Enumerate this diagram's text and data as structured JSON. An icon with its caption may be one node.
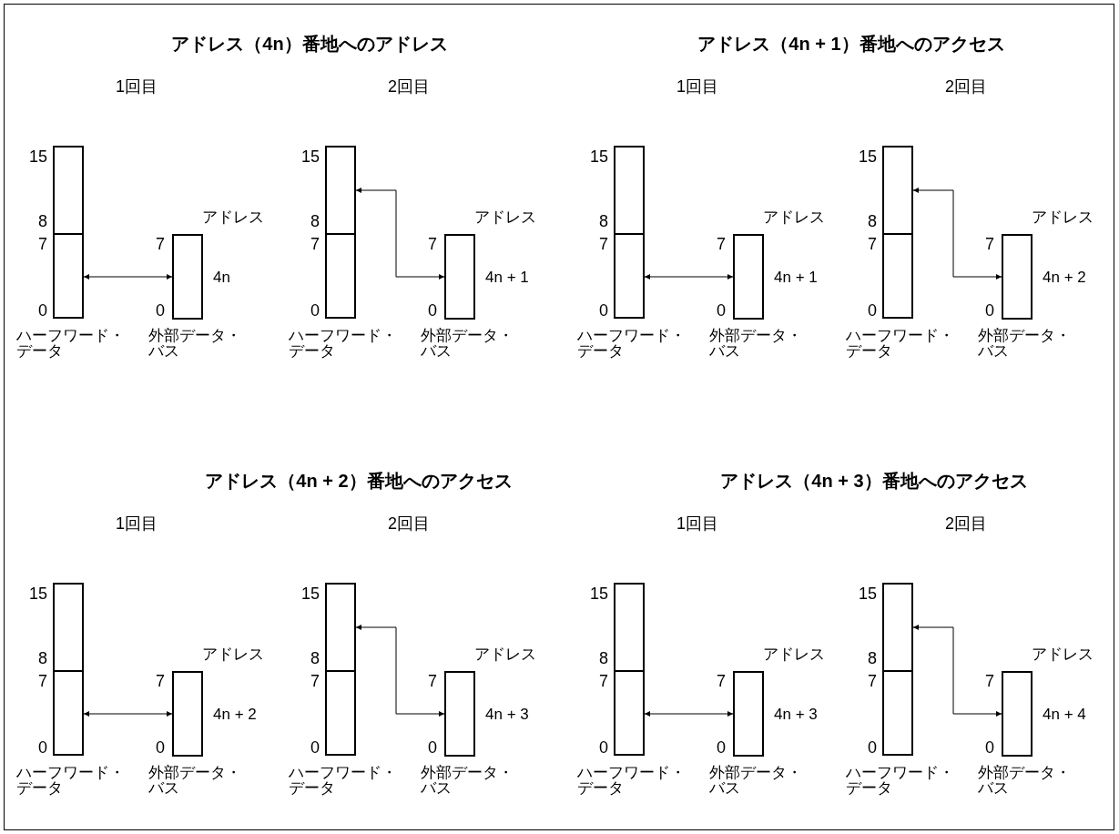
{
  "diagram": {
    "nodes": [
      {
        "text": [
          "ハーフワード・データ"
        ]
      },
      {
        "text": [],
        "shape": "box",
        "in": 0
      },
      {
        "text": [],
        "shape": "box",
        "in": 0
      },
      {
        "text": [
          "外部データ・バス"
        ],
        "beside": [
          "アドレス",
          "4n"
        ]
      },
      {
        "text": [
          "ハーフワード・データ"
        ]
      },
      {
        "text": [],
        "shape": "box",
        "in": 4
      },
      {
        "text": [],
        "shape": "box",
        "in": 4
      },
      {
        "text": [
          "外部データ・バス"
        ],
        "beside": [
          "アドレス",
          "4n + 1"
        ]
      },
      {
        "text": [
          "ハーフワード・データ"
        ]
      },
      {
        "text": [],
        "shape": "box",
        "in": 8
      },
      {
        "text": [],
        "shape": "box",
        "in": 8
      },
      {
        "text": [
          "外部データ・バス"
        ],
        "beside": [
          "アドレス",
          "4n + 1"
        ]
      },
      {
        "text": [
          "ハーフワード・データ"
        ]
      },
      {
        "text": [],
        "shape": "box",
        "in": 12
      },
      {
        "text": [],
        "shape": "box",
        "in": 12
      },
      {
        "text": [
          "外部データ・バス"
        ],
        "beside": [
          "アドレス",
          "4n + 2"
        ]
      },
      {
        "text": [
          "ハーフワード・データ"
        ]
      },
      {
        "text": [],
        "shape": "box",
        "in": 16
      },
      {
        "text": [],
        "shape": "box",
        "in": 16
      },
      {
        "text": [
          "外部データ・バス"
        ],
        "beside": [
          "アドレス",
          "4n + 2"
        ]
      },
      {
        "text": [
          "ハーフワード・データ"
        ]
      },
      {
        "text": [],
        "shape": "box",
        "in": 20
      },
      {
        "text": [],
        "shape": "box",
        "in": 20
      },
      {
        "text": [
          "外部データ・バス"
        ],
        "beside": [
          "アドレス",
          "4n + 3"
        ]
      },
      {
        "text": [
          "ハーフワード・データ"
        ]
      },
      {
        "text": [],
        "shape": "box",
        "in": 24
      },
      {
        "text": [],
        "shape": "box",
        "in": 24
      },
      {
        "text": [
          "外部データ・バス"
        ],
        "beside": [
          "アドレス",
          "4n + 3"
        ]
      },
      {
        "text": [
          "ハーフワード・データ"
        ]
      },
      {
        "text": [],
        "shape": "box",
        "in": 28
      },
      {
        "text": [],
        "shape": "box",
        "in": 28
      },
      {
        "text": [
          "外部データ・バス"
        ],
        "beside": [
          "アドレス",
          "4n + 4"
        ]
      }
    ],
    "edges": [
      {
        "from": 2,
        "to": 3,
        "arrow": "both"
      },
      {
        "from": 5,
        "to": 7,
        "arrow": "both"
      },
      {
        "from": 10,
        "to": 11,
        "arrow": "both"
      },
      {
        "from": 13,
        "to": 15,
        "arrow": "both"
      },
      {
        "from": 18,
        "to": 19,
        "arrow": "both"
      },
      {
        "from": 21,
        "to": 23,
        "arrow": "both"
      },
      {
        "from": 26,
        "to": 27,
        "arrow": "both"
      },
      {
        "from": 29,
        "to": 31,
        "arrow": "both"
      }
    ],
    "labels": [
      "アドレス（4n）番地へのアドレス",
      "1回目",
      "15",
      "8",
      "7",
      "0",
      "7",
      "0",
      "2回目",
      "15",
      "8",
      "7",
      "0",
      "7",
      "0",
      "アドレス（4n + 1）番地へのアクセス",
      "1回目",
      "15",
      "8",
      "7",
      "0",
      "7",
      "0",
      "2回目",
      "15",
      "8",
      "7",
      "0",
      "7",
      "0",
      "アドレス（4n + 2）番地へのアクセス",
      "1回目",
      "15",
      "8",
      "7",
      "0",
      "7",
      "0",
      "2回目",
      "15",
      "8",
      "7",
      "0",
      "7",
      "0",
      "アドレス（4n + 3）番地へのアクセス",
      "1回目",
      "15",
      "8",
      "7",
      "0",
      "7",
      "0",
      "2回目",
      "15",
      "8",
      "7",
      "0",
      "7",
      "0"
    ]
  }
}
